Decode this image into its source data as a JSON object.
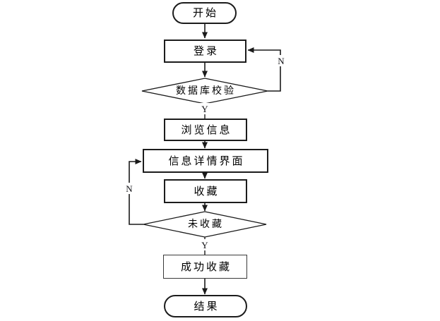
{
  "flowchart": {
    "nodes": {
      "start": {
        "label": "开始",
        "type": "terminator"
      },
      "login": {
        "label": "登录",
        "type": "process"
      },
      "db_check": {
        "label": "数据库校验",
        "type": "decision"
      },
      "browse": {
        "label": "浏览信息",
        "type": "process"
      },
      "detail": {
        "label": "信息详情界面",
        "type": "process"
      },
      "favorite": {
        "label": "收藏",
        "type": "process"
      },
      "not_favorited": {
        "label": "未收藏",
        "type": "decision"
      },
      "favorite_success": {
        "label": "成功收藏",
        "type": "process"
      },
      "result": {
        "label": "结果",
        "type": "terminator"
      }
    },
    "edge_labels": {
      "db_check_no": "N",
      "db_check_yes": "Y",
      "not_favorited_no": "N",
      "not_favorited_yes": "Y"
    },
    "colors": {
      "line": "#1a1a1a",
      "shape_fill": "#ffffff",
      "text": "#000000",
      "background": "#ffffff"
    }
  }
}
